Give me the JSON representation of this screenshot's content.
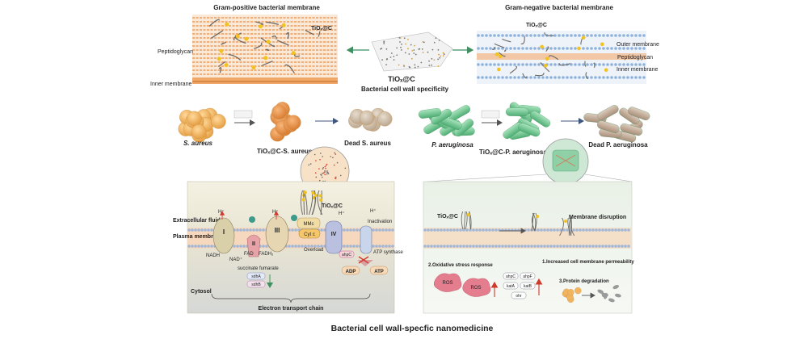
{
  "top": {
    "gram_positive_title": "Gram-positive bacterial membrane",
    "gram_negative_title": "Gram-negative bacterial membrane",
    "peptidoglycan_left": "Peptidoglycan",
    "inner_membrane_left": "Inner membrane",
    "tiox_left": "TiOₓ@C",
    "tiox_center": "TiOₓ@C",
    "specificity_caption": "Bacterial cell wall specificity",
    "tiox_right": "TiOₓ@C",
    "outer_membrane_right": "Outer membrane",
    "peptidoglycan_right": "Peptidoglycan",
    "inner_membrane_right": "Inner membrane"
  },
  "middle": {
    "s_aureus": "S. aureus",
    "tiox_s_aureus": "TiOₓ@C-S. aureus",
    "dead_s_aureus": "Dead S. aureus",
    "p_aeruginosa": "P. aeruginosa",
    "tiox_p_aeruginosa": "TiOₓ@C-P. aeruginosa",
    "dead_p_aeruginosa": "Dead P. aeruginosa"
  },
  "left_panel": {
    "extracellular": "Extracellular fluid",
    "plasma_membrane": "Plasma membrane",
    "cytosol": "Cytosol",
    "etc": "Electron transport chain",
    "h_plus": "H⁺",
    "tiox": "TiOₓ@C",
    "complex_1": "I",
    "complex_2": "II",
    "complex_3": "III",
    "complex_4": "IV",
    "mmc": "MMc",
    "cytc": "Cyt c",
    "overload": "Overload",
    "inactivation": "Inactivation",
    "nadh": "NADH",
    "nad": "NAD⁺",
    "fad": "FAD",
    "fadh2": "FADH₂",
    "succinate": "succinate fumarate",
    "sdha": "sdhA",
    "sdhb": "sdhB",
    "atp_synthase": "ATP synthase",
    "ahpc": "ahpC",
    "adp": "ADP",
    "atp": "ATP"
  },
  "right_panel": {
    "tiox": "TiOₓ@C",
    "disruption": "Membrane disruption",
    "oxidative": "2.Oxidative stress response",
    "permeability": "1.Increased cell membrane permeability",
    "ros": "ROS",
    "protein": "3.Protein degradation",
    "ahpc": "ahpC",
    "ahpf": "ahpF",
    "kata": "katA",
    "katb": "katB",
    "ohr": "ohr"
  },
  "footer": {
    "title": "Bacterial cell wall-specfic nanomedicine"
  },
  "colors": {
    "panel_left": "#ebe9d9",
    "panel_right": "#e5eee4",
    "membrane_orange": "#e9a060",
    "membrane_blue": "#a9c3e2",
    "s_aureus": "#f0b55e",
    "p_aeruginosa": "#7fcf9c",
    "dead": "#c9b7a3",
    "accent_red": "#d03a2c"
  }
}
